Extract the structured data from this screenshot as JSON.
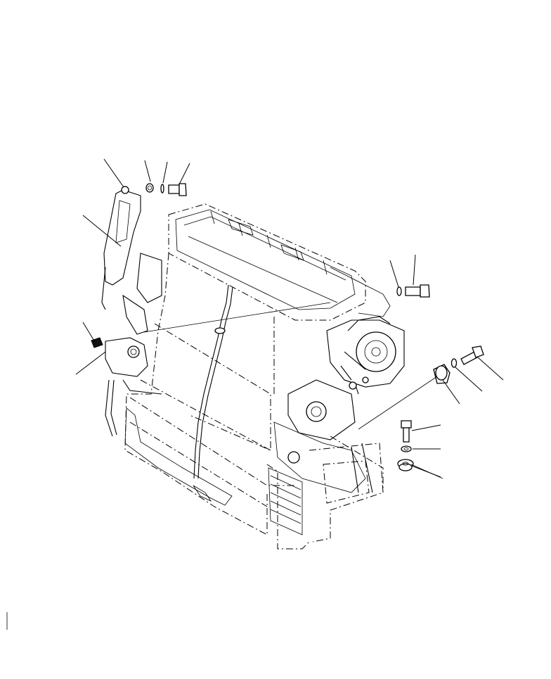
{
  "figure": {
    "description_labels": [],
    "callouts": [
      {
        "id": "c1"
      },
      {
        "id": "c2"
      },
      {
        "id": "c3"
      },
      {
        "id": "c4"
      },
      {
        "id": "c5"
      },
      {
        "id": "c6"
      },
      {
        "id": "c7"
      },
      {
        "id": "c8"
      },
      {
        "id": "c9"
      },
      {
        "id": "c10"
      },
      {
        "id": "c11"
      },
      {
        "id": "c12"
      },
      {
        "id": "c13"
      },
      {
        "id": "c14"
      },
      {
        "id": "c15"
      },
      {
        "id": "c16"
      }
    ],
    "line_color": "#000000",
    "background_color": "#ffffff"
  }
}
